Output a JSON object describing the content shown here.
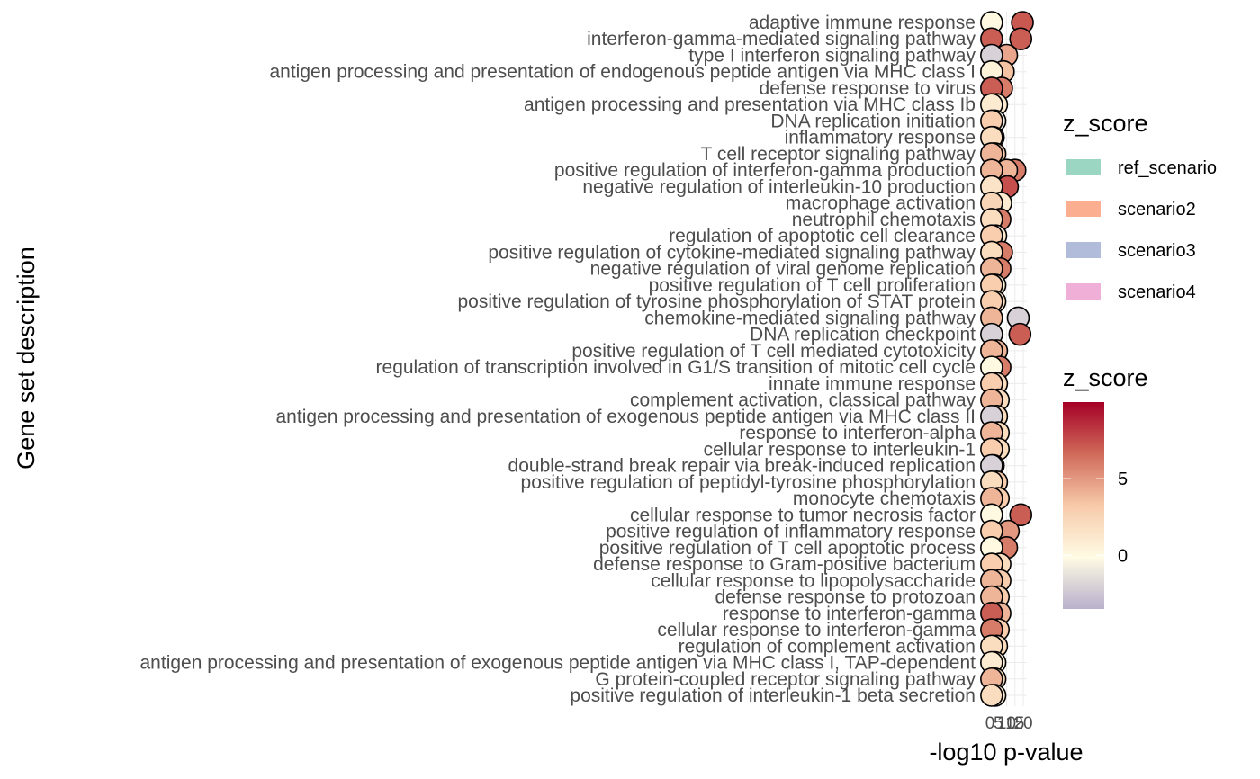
{
  "chart_data": {
    "type": "scatter",
    "xlabel": "-log10 p-value",
    "ylabel": "Gene set description",
    "x_ticks": [
      0,
      5,
      10,
      15,
      20
    ],
    "x_tick_labels": [
      "0",
      "5",
      "10",
      "15",
      "20"
    ],
    "xlim": [
      0,
      20
    ],
    "categories": [
      "adaptive immune response",
      "interferon-gamma-mediated signaling pathway",
      "type I interferon signaling pathway",
      "antigen processing and presentation of endogenous peptide antigen via MHC class I",
      "defense response to virus",
      "antigen processing and presentation via MHC class Ib",
      "DNA replication initiation",
      "inflammatory response",
      "T cell receptor signaling pathway",
      "positive regulation of interferon-gamma production",
      "negative regulation of interleukin-10 production",
      "macrophage activation",
      "neutrophil chemotaxis",
      "regulation of apoptotic cell clearance",
      "positive regulation of cytokine-mediated signaling pathway",
      "negative regulation of viral genome replication",
      "positive regulation of T cell proliferation",
      "positive regulation of tyrosine phosphorylation of STAT protein",
      "chemokine-mediated signaling pathway",
      "DNA replication checkpoint",
      "positive regulation of T cell mediated cytotoxicity",
      "regulation of transcription involved in G1/S transition of mitotic cell cycle",
      "innate immune response",
      "complement activation, classical pathway",
      "antigen processing and presentation of exogenous peptide antigen via MHC class II",
      "response to interferon-alpha",
      "cellular response to interleukin-1",
      "double-strand break repair via break-induced replication",
      "positive regulation of peptidyl-tyrosine phosphorylation",
      "monocyte chemotaxis",
      "cellular response to tumor necrosis factor",
      "positive regulation of inflammatory response",
      "positive regulation of T cell apoptotic process",
      "defense response to Gram-positive bacterium",
      "cellular response to lipopolysaccharide",
      "defense response to protozoan",
      "response to interferon-gamma",
      "cellular response to interferon-gamma",
      "regulation of complement activation",
      "antigen processing and presentation of exogenous peptide antigen via MHC class I, TAP-dependent",
      "G protein-coupled receptor signaling pathway",
      "positive regulation of interleukin-1 beta secretion"
    ],
    "points": [
      [
        [
          1.0,
          0.0
        ],
        [
          19.5,
          7.2
        ]
      ],
      [
        [
          1.0,
          7.0
        ],
        [
          18.5,
          7.0
        ]
      ],
      [
        [
          1.0,
          -2.0
        ],
        [
          10.0,
          4.5
        ]
      ],
      [
        [
          1.0,
          0.5
        ],
        [
          8.0,
          3.5
        ]
      ],
      [
        [
          1.0,
          7.0
        ],
        [
          7.0,
          6.0
        ]
      ],
      [
        [
          1.0,
          1.0
        ],
        [
          4.0,
          1.0
        ]
      ],
      [
        [
          1.0,
          3.0
        ],
        [
          3.0,
          -1.0
        ]
      ],
      [
        [
          1.0,
          2.0
        ],
        [
          2.0,
          1.0
        ]
      ],
      [
        [
          1.0,
          4.0
        ],
        [
          3.0,
          3.0
        ]
      ],
      [
        [
          1.0,
          4.0
        ],
        [
          10.0,
          4.0
        ],
        [
          15.0,
          6.0
        ]
      ],
      [
        [
          1.0,
          1.5
        ],
        [
          10.5,
          7.5
        ]
      ],
      [
        [
          1.0,
          2.5
        ],
        [
          6.5,
          1.0
        ]
      ],
      [
        [
          1.0,
          2.0
        ],
        [
          6.0,
          6.0
        ]
      ],
      [
        [
          1.0,
          3.0
        ],
        [
          3.5,
          1.0
        ]
      ],
      [
        [
          1.0,
          2.0
        ],
        [
          7.0,
          6.0
        ]
      ],
      [
        [
          1.0,
          4.0
        ],
        [
          6.0,
          6.0
        ]
      ],
      [
        [
          1.0,
          3.0
        ],
        [
          3.0,
          0.5
        ]
      ],
      [
        [
          1.0,
          3.0
        ],
        [
          3.0,
          2.0
        ]
      ],
      [
        [
          1.0,
          4.0
        ],
        [
          17.0,
          -2.0
        ]
      ],
      [
        [
          1.0,
          -2.0
        ],
        [
          18.0,
          7.0
        ]
      ],
      [
        [
          1.0,
          4.0
        ],
        [
          4.0,
          4.0
        ]
      ],
      [
        [
          1.0,
          0.0
        ],
        [
          6.0,
          6.0
        ]
      ],
      [
        [
          1.0,
          3.0
        ],
        [
          4.0,
          2.0
        ]
      ],
      [
        [
          1.0,
          4.0
        ],
        [
          5.0,
          2.0
        ]
      ],
      [
        [
          1.0,
          -2.0
        ],
        [
          4.0,
          2.0
        ]
      ],
      [
        [
          1.0,
          4.0
        ],
        [
          5.0,
          2.0
        ]
      ],
      [
        [
          1.0,
          3.0
        ],
        [
          5.0,
          2.0
        ]
      ],
      [
        [
          1.0,
          -2.0
        ],
        [
          2.0,
          1.0
        ]
      ],
      [
        [
          1.0,
          2.0
        ],
        [
          4.0,
          3.0
        ]
      ],
      [
        [
          1.0,
          4.0
        ],
        [
          5.0,
          3.0
        ]
      ],
      [
        [
          1.0,
          0.0
        ],
        [
          18.5,
          7.0
        ]
      ],
      [
        [
          1.0,
          3.0
        ],
        [
          11.0,
          5.0
        ]
      ],
      [
        [
          1.0,
          0.0
        ],
        [
          10.0,
          6.0
        ]
      ],
      [
        [
          1.0,
          3.0
        ],
        [
          6.0,
          2.0
        ]
      ],
      [
        [
          1.0,
          4.0
        ],
        [
          6.0,
          3.0
        ]
      ],
      [
        [
          1.0,
          4.0
        ],
        [
          5.0,
          3.0
        ]
      ],
      [
        [
          1.0,
          7.0
        ],
        [
          6.0,
          4.0
        ]
      ],
      [
        [
          1.0,
          6.0
        ],
        [
          5.0,
          3.0
        ]
      ],
      [
        [
          1.0,
          2.0
        ],
        [
          4.0,
          2.0
        ]
      ],
      [
        [
          1.0,
          1.0
        ],
        [
          3.0,
          0.5
        ]
      ],
      [
        [
          1.0,
          4.0
        ],
        [
          3.0,
          2.0
        ]
      ],
      [
        [
          1.0,
          2.0
        ],
        [
          3.0,
          1.0
        ]
      ]
    ],
    "fill_legend": {
      "title": "z_score",
      "entries": [
        {
          "label": "ref_scenario",
          "color": "#9bd6c2"
        },
        {
          "label": "scenario2",
          "color": "#fcae91"
        },
        {
          "label": "scenario3",
          "color": "#b0bcd9"
        },
        {
          "label": "scenario4",
          "color": "#efafd6"
        }
      ]
    },
    "colorbar": {
      "title": "z_score",
      "ticks": [
        0,
        5
      ],
      "tick_labels": [
        "0",
        "5"
      ],
      "min": -3.5,
      "max": 10,
      "colors": [
        "#b9b0cc",
        "#fffbe4",
        "#f7caaa",
        "#d06a5a",
        "#a50026"
      ]
    }
  }
}
